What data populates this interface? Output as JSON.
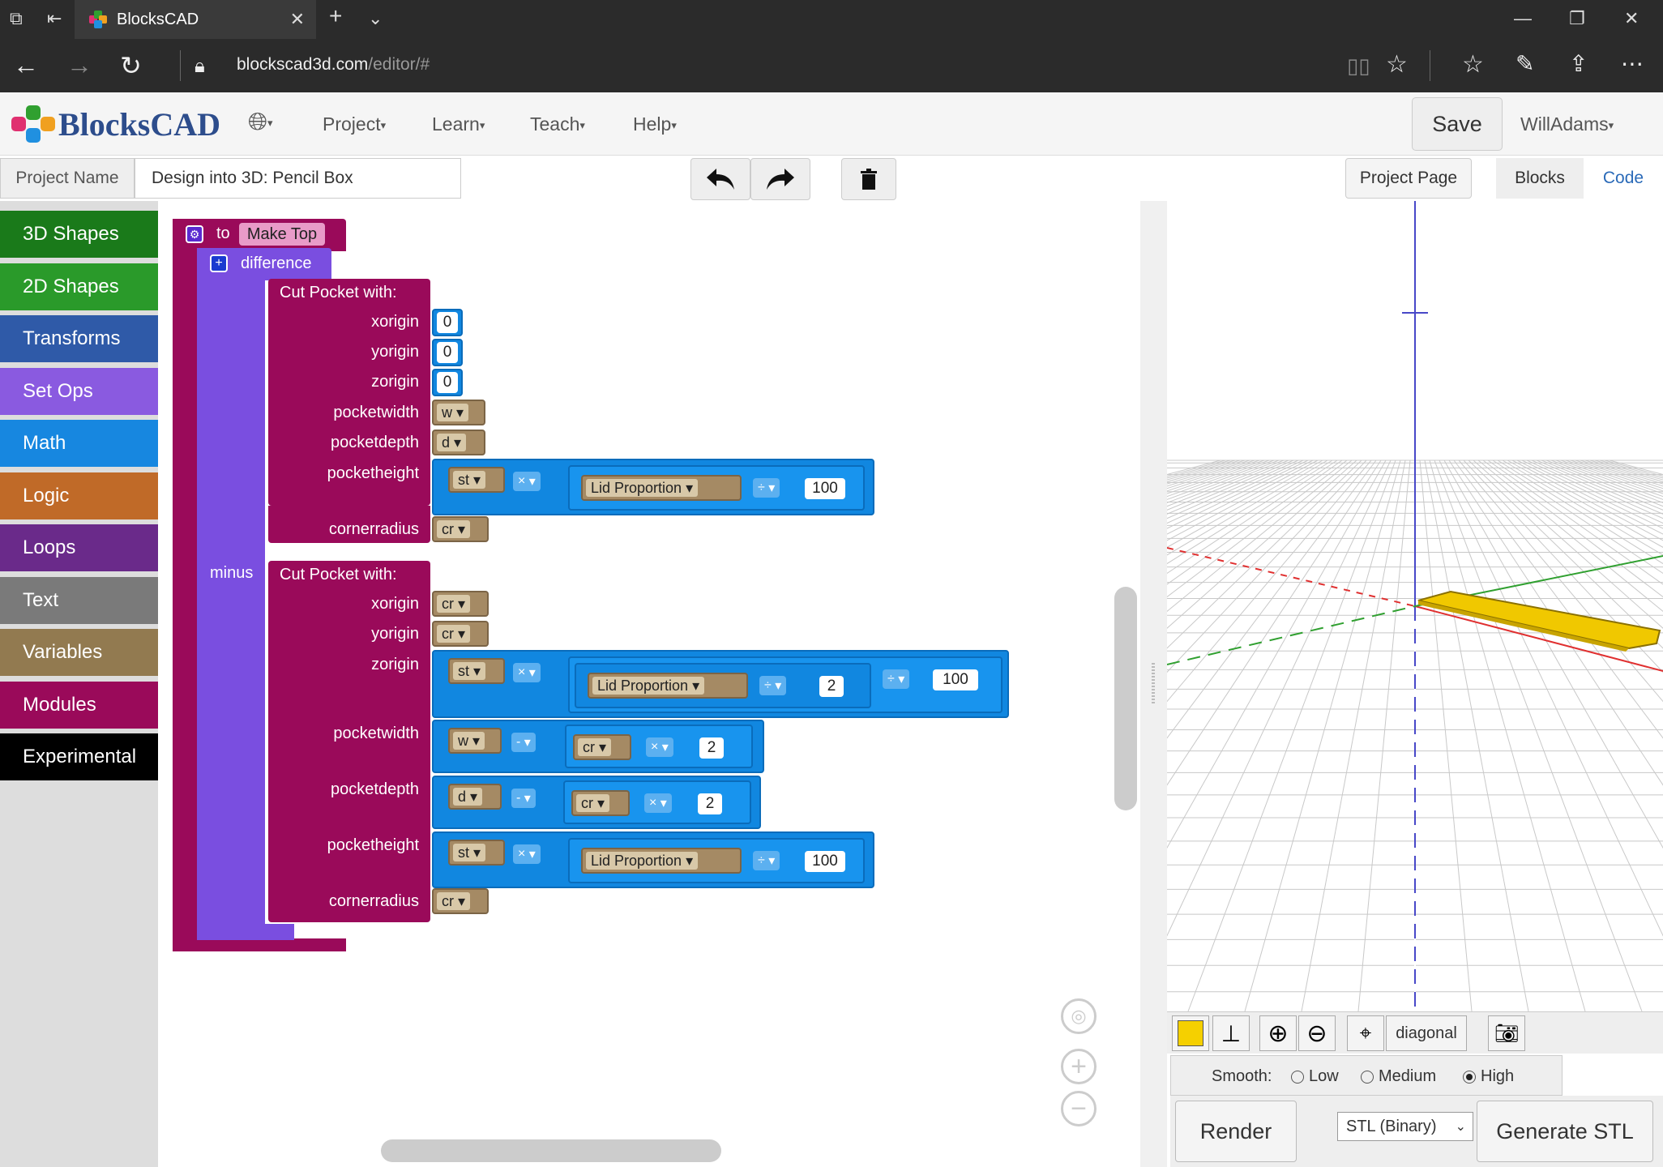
{
  "browser": {
    "tab_title": "BlocksCAD",
    "url_host": "blockscad3d.com",
    "url_path": "/editor/#"
  },
  "header": {
    "logo_text": "BlocksCAD",
    "menus": [
      "Project",
      "Learn",
      "Teach",
      "Help"
    ],
    "save_label": "Save",
    "user": "WillAdams"
  },
  "projectbar": {
    "name_label": "Project Name",
    "name_value": "Design into 3D: Pencil Box",
    "project_page": "Project Page",
    "tab_blocks": "Blocks",
    "tab_code": "Code"
  },
  "toolbox": [
    {
      "label": "3D Shapes",
      "color": "#1a7a1a"
    },
    {
      "label": "2D Shapes",
      "color": "#2a9a2a"
    },
    {
      "label": "Transforms",
      "color": "#2f5aa8"
    },
    {
      "label": "Set Ops",
      "color": "#8a5ae0"
    },
    {
      "label": "Math",
      "color": "#1787e0"
    },
    {
      "label": "Logic",
      "color": "#c06a28"
    },
    {
      "label": "Loops",
      "color": "#6a2a8a"
    },
    {
      "label": "Text",
      "color": "#7a7a7a"
    },
    {
      "label": "Variables",
      "color": "#927a50"
    },
    {
      "label": "Modules",
      "color": "#9a0a5a"
    },
    {
      "label": "Experimental",
      "color": "#000000"
    }
  ],
  "blocks": {
    "module_kw": "to",
    "module_name": "Make Top",
    "difference": "difference",
    "minus": "minus",
    "cut_pocket": "Cut Pocket  with:",
    "params": [
      "xorigin",
      "yorigin",
      "zorigin",
      "pocketwidth",
      "pocketdepth",
      "pocketheight",
      "cornerradius"
    ],
    "p1": {
      "xorigin": "0",
      "yorigin": "0",
      "zorigin": "0",
      "pocketwidth": "w",
      "pocketdepth": "d",
      "ph_var": "st",
      "ph_op": "×",
      "ph_lid": "Lid Proportion",
      "ph_div": "÷",
      "ph_num": "100",
      "cornerradius": "cr"
    },
    "p2": {
      "xorigin": "cr",
      "yorigin": "cr",
      "z_var": "st",
      "z_op": "×",
      "z_lid": "Lid Proportion",
      "z_div": "÷",
      "z_two": "2",
      "z_div2": "÷",
      "z_num": "100",
      "pw_var": "w",
      "pw_op": "-",
      "pw_cr": "cr",
      "pw_mul": "×",
      "pw_two": "2",
      "pd_var": "d",
      "pd_op": "-",
      "pd_cr": "cr",
      "pd_mul": "×",
      "pd_two": "2",
      "ph_var": "st",
      "ph_op": "×",
      "ph_lid": "Lid Proportion",
      "ph_div": "÷",
      "ph_num": "100",
      "cornerradius": "cr"
    }
  },
  "viewer": {
    "view_mode": "diagonal",
    "color_swatch": "#f5d000",
    "smooth_label": "Smooth:",
    "smooth_options": [
      "Low",
      "Medium",
      "High"
    ],
    "smooth_selected": "High",
    "render": "Render",
    "format": "STL (Binary)",
    "generate": "Generate STL"
  }
}
